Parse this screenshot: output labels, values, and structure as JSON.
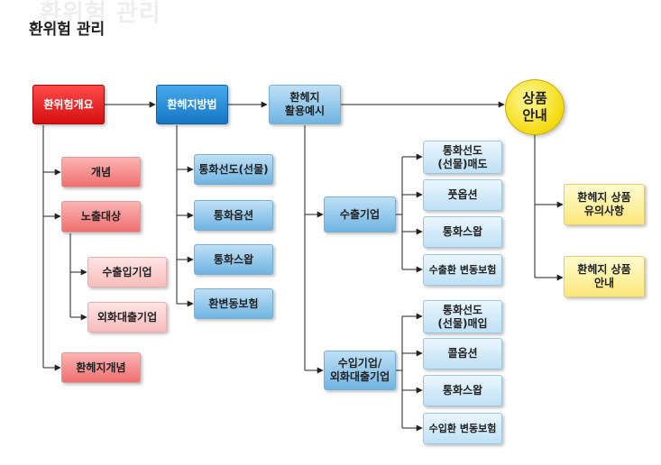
{
  "page": {
    "watermark": "환위험 관리",
    "title": "환위험 관리"
  },
  "diagram": {
    "overview": {
      "label": "환위험개요",
      "children": [
        "개념",
        "노출대상",
        "환헤지개념"
      ],
      "exposure_children": [
        "수출입기업",
        "외화대출기업"
      ]
    },
    "methods": {
      "label": "환헤지방법",
      "children": [
        "통화선도(선물)",
        "통화옵션",
        "통화스왑",
        "환변동보험"
      ]
    },
    "examples": {
      "label": "환헤지\n활용예시",
      "exporter": {
        "label": "수출기업",
        "children": [
          "통화선도\n(선물)매도",
          "풋옵션",
          "통화스왑",
          "수출환 변동보험"
        ]
      },
      "importer": {
        "label": "수입기업/\n외화대출기업",
        "children": [
          "통화선도\n(선물)매입",
          "콜옵션",
          "통화스왑",
          "수입환 변동보험"
        ]
      }
    },
    "product": {
      "label": "상품\n안내",
      "children": [
        "환헤지 상품\n유의사항",
        "환헤지 상품\n안내"
      ]
    }
  },
  "colors": {
    "red_main": "#e01a1a",
    "blue_main": "#1e88d6",
    "yellow": "#f4db10",
    "line": "#222222"
  }
}
